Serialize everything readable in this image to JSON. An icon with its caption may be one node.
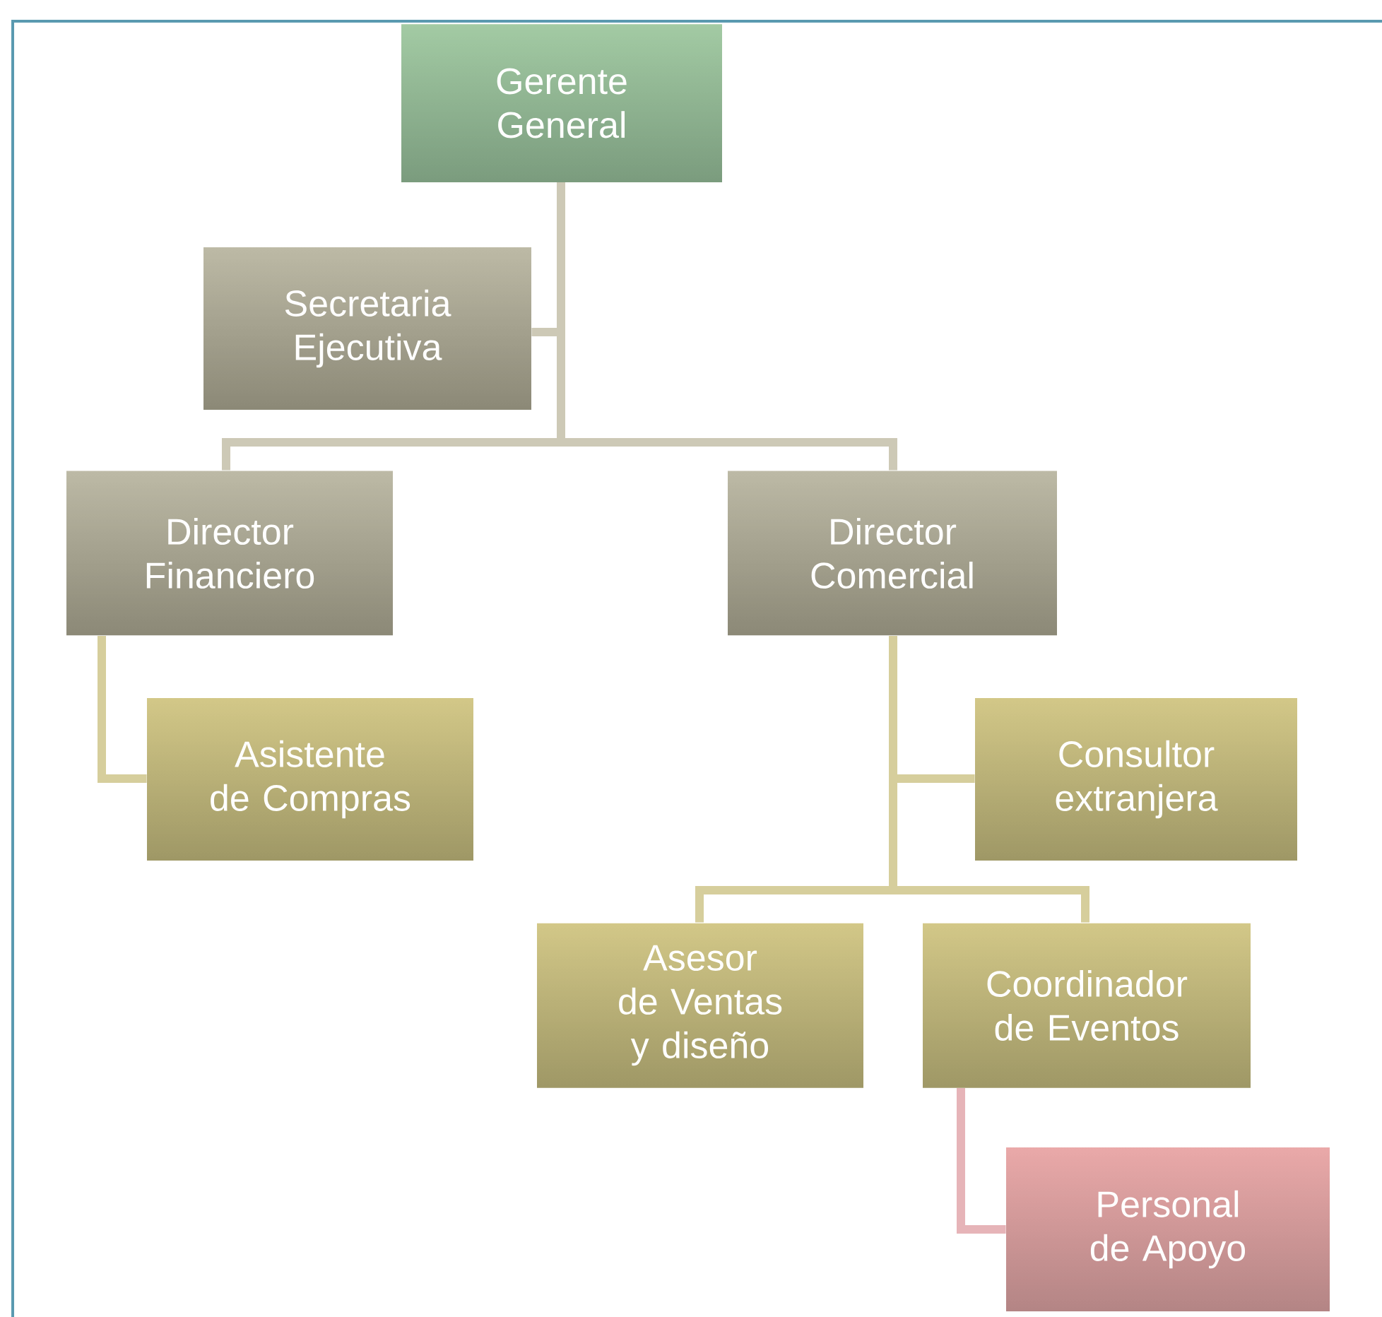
{
  "diagram": {
    "nodes": [
      {
        "text": [
          "Gerente General"
        ]
      },
      {
        "text": [
          "Secretaria Ejecutiva"
        ]
      },
      {
        "text": [
          "Director Financiero"
        ]
      },
      {
        "text": [
          "Director Comercial"
        ]
      },
      {
        "text": [
          "Asistente de Compras"
        ]
      },
      {
        "text": [
          "Consultor extranjera"
        ]
      },
      {
        "text": [
          "Asesor de Ventas y diseño"
        ]
      },
      {
        "text": [
          "Coordinador de Eventos"
        ]
      },
      {
        "text": [
          "Personal de Apoyo"
        ]
      }
    ],
    "edges": [
      {
        "from": 0,
        "to": 1,
        "arrow": "none",
        "color": "#cdc9b6"
      },
      {
        "from": 0,
        "to": 2,
        "arrow": "none",
        "color": "#cdc9b6"
      },
      {
        "from": 0,
        "to": 3,
        "arrow": "none",
        "color": "#cdc9b6"
      },
      {
        "from": 2,
        "to": 4,
        "arrow": "none"
      },
      {
        "from": 3,
        "to": 5,
        "arrow": "none"
      },
      {
        "from": 3,
        "to": 6,
        "arrow": "none"
      },
      {
        "from": 3,
        "to": 7,
        "arrow": "none"
      },
      {
        "from": 7,
        "to": 8,
        "arrow": "none",
        "color": "#e6b4b8"
      }
    ]
  }
}
